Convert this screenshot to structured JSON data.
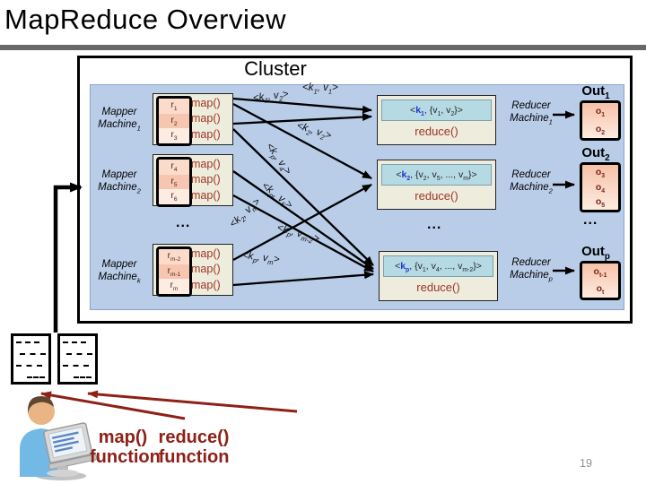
{
  "slide": {
    "title": "MapReduce Overview",
    "page_number": "19"
  },
  "cluster": {
    "title": "Cluster"
  },
  "mappers": [
    {
      "label_line1": "Mapper",
      "label_line2": [
        [
          "t",
          "Machine"
        ],
        [
          "s",
          "1"
        ]
      ],
      "records": [
        [
          [
            "t",
            "r"
          ],
          [
            "s",
            "1"
          ]
        ],
        [
          [
            "t",
            "r"
          ],
          [
            "s",
            "2"
          ]
        ],
        [
          [
            "t",
            "r"
          ],
          [
            "s",
            "3"
          ]
        ]
      ],
      "fn": [
        "map()",
        "map()",
        "map()"
      ]
    },
    {
      "label_line1": "Mapper",
      "label_line2": [
        [
          "t",
          "Machine"
        ],
        [
          "s",
          "2"
        ]
      ],
      "records": [
        [
          [
            "t",
            "r"
          ],
          [
            "s",
            "4"
          ]
        ],
        [
          [
            "t",
            "r"
          ],
          [
            "s",
            "5"
          ]
        ],
        [
          [
            "t",
            "r"
          ],
          [
            "s",
            "6"
          ]
        ]
      ],
      "fn": [
        "map()",
        "map()",
        "map()"
      ]
    },
    {
      "label_line1": "Mapper",
      "label_line2": [
        [
          "t",
          "Machine"
        ],
        [
          "s",
          "k"
        ]
      ],
      "records": [
        [
          [
            "t",
            "r"
          ],
          [
            "s",
            "m-2"
          ]
        ],
        [
          [
            "t",
            "r"
          ],
          [
            "s",
            "m-1"
          ]
        ],
        [
          [
            "t",
            "r"
          ],
          [
            "s",
            "m"
          ]
        ]
      ],
      "fn": [
        "map()",
        "map()",
        "map()"
      ]
    }
  ],
  "mapper_dots": "...",
  "reducer_dots": "...",
  "out_dots": "...",
  "arrow_labels": [
    {
      "segs": [
        [
          "t",
          "<k"
        ],
        [
          "s",
          "1"
        ],
        [
          "t",
          ", v"
        ],
        [
          "s",
          "1"
        ],
        [
          "t",
          ">"
        ]
      ]
    },
    {
      "segs": [
        [
          "t",
          "<k"
        ],
        [
          "s",
          "1"
        ],
        [
          "t",
          ", v"
        ],
        [
          "s",
          "2"
        ],
        [
          "t",
          ">"
        ]
      ]
    },
    {
      "segs": [
        [
          "t",
          "<k"
        ],
        [
          "s",
          "2"
        ],
        [
          "t",
          ", v"
        ],
        [
          "s",
          "2"
        ],
        [
          "t",
          ">"
        ]
      ]
    },
    {
      "segs": [
        [
          "t",
          "<k"
        ],
        [
          "s",
          "p"
        ],
        [
          "t",
          ", v"
        ],
        [
          "s",
          "4"
        ],
        [
          "t",
          ">"
        ]
      ]
    },
    {
      "segs": [
        [
          "t",
          "<k"
        ],
        [
          "s",
          "p"
        ],
        [
          "t",
          ", v"
        ],
        [
          "s",
          "5"
        ],
        [
          "t",
          ">"
        ]
      ]
    },
    {
      "segs": [
        [
          "t",
          "<k"
        ],
        [
          "s",
          "2"
        ],
        [
          "t",
          ", v"
        ],
        [
          "s",
          "m"
        ],
        [
          "t",
          ">"
        ]
      ]
    },
    {
      "segs": [
        [
          "t",
          "<k"
        ],
        [
          "s",
          "p"
        ],
        [
          "t",
          ", v"
        ],
        [
          "s",
          "m-2"
        ],
        [
          "t",
          ">"
        ]
      ]
    },
    {
      "segs": [
        [
          "t",
          "<k"
        ],
        [
          "s",
          "p"
        ],
        [
          "t",
          ", v"
        ],
        [
          "s",
          "m"
        ],
        [
          "t",
          ">"
        ]
      ]
    }
  ],
  "reducers": [
    {
      "kv": [
        [
          "t",
          "<"
        ],
        [
          "b",
          "k"
        ],
        [
          "bs",
          "1"
        ],
        [
          "t",
          ", {v"
        ],
        [
          "s",
          "1"
        ],
        [
          "t",
          ", v"
        ],
        [
          "s",
          "2"
        ],
        [
          "t",
          "}>"
        ]
      ],
      "fn": "reduce()",
      "label_line1": "Reducer",
      "label_line2": [
        [
          "t",
          "Machine"
        ],
        [
          "s",
          "1"
        ]
      ],
      "out_label": [
        [
          "t",
          "Out"
        ],
        [
          "s",
          "1"
        ]
      ],
      "out_items": [
        [
          [
            "t",
            "o"
          ],
          [
            "s",
            "1"
          ]
        ],
        [
          [
            "t",
            "o"
          ],
          [
            "s",
            "2"
          ]
        ]
      ]
    },
    {
      "kv": [
        [
          "t",
          "<"
        ],
        [
          "b",
          "k"
        ],
        [
          "bs",
          "2"
        ],
        [
          "t",
          ", {v"
        ],
        [
          "s",
          "2"
        ],
        [
          "t",
          ", v"
        ],
        [
          "s",
          "5"
        ],
        [
          "t",
          ", ..., v"
        ],
        [
          "s",
          "m"
        ],
        [
          "t",
          "}>"
        ]
      ],
      "fn": "reduce()",
      "label_line1": "Reducer",
      "label_line2": [
        [
          "t",
          "Machine"
        ],
        [
          "s",
          "2"
        ]
      ],
      "out_label": [
        [
          "t",
          "Out"
        ],
        [
          "s",
          "2"
        ]
      ],
      "out_items": [
        [
          [
            "t",
            "o"
          ],
          [
            "s",
            "3"
          ]
        ],
        [
          [
            "t",
            "o"
          ],
          [
            "s",
            "4"
          ]
        ],
        [
          [
            "t",
            "o"
          ],
          [
            "s",
            "5"
          ]
        ]
      ]
    },
    {
      "kv": [
        [
          "t",
          "<"
        ],
        [
          "b",
          "k"
        ],
        [
          "bs",
          "p"
        ],
        [
          "t",
          ", {v"
        ],
        [
          "s",
          "1"
        ],
        [
          "t",
          ", v"
        ],
        [
          "s",
          "4"
        ],
        [
          "t",
          ", ..., v"
        ],
        [
          "s",
          "m-2"
        ],
        [
          "t",
          "}>"
        ]
      ],
      "fn": "reduce()",
      "label_line1": "Reducer",
      "label_line2": [
        [
          "t",
          "Machine"
        ],
        [
          "s",
          "p"
        ]
      ],
      "out_label": [
        [
          "t",
          "Out"
        ],
        [
          "s",
          "p"
        ]
      ],
      "out_items": [
        [
          [
            "t",
            "o"
          ],
          [
            "s",
            "t-1"
          ]
        ],
        [
          [
            "t",
            "o"
          ],
          [
            "s",
            "t"
          ]
        ]
      ]
    }
  ],
  "legend": {
    "map_label": "map()",
    "map_caption": "function",
    "reduce_label": "reduce()",
    "reduce_caption": "function"
  },
  "icons": {
    "input_documents": "document-stack-icon",
    "author": "person-at-computer-icon"
  },
  "colors": {
    "cluster_bg": "#b9cde9",
    "machine_box_bg": "#eeecdc",
    "record_pink": "#f7c6b0",
    "function_red": "#9c3425",
    "key_blue": "#2233cc",
    "kv_box_bg": "#b5dae4",
    "legend_red": "#8e2017",
    "divider_gray": "#686868"
  }
}
